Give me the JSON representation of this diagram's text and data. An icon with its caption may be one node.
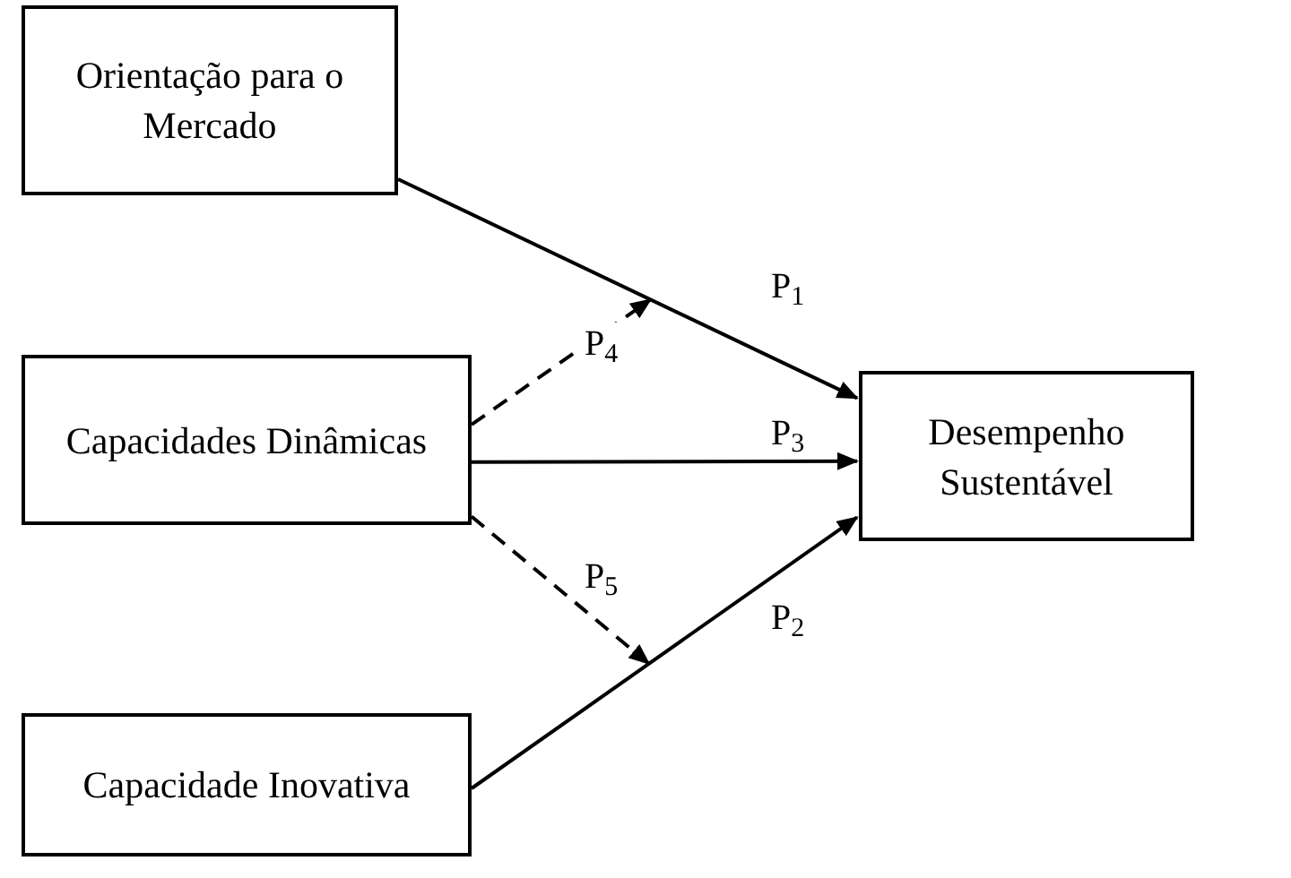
{
  "diagram": {
    "nodes": [
      {
        "text": [
          "Orientação para o Mercado"
        ]
      },
      {
        "text": [
          "Capacidades Dinâmicas"
        ]
      },
      {
        "text": [
          "Capacidade Inovativa"
        ]
      },
      {
        "text": [
          "Desempenho Sustentável"
        ]
      }
    ],
    "edges": [
      {
        "from": 0,
        "to": 3,
        "arrow": "to",
        "label": "P$_{1}$"
      },
      {
        "from": 1,
        "to": null,
        "arrow": "to",
        "label": "P$_{4}$",
        "style": "dashed"
      },
      {
        "from": 1,
        "to": 3,
        "arrow": "to",
        "label": "P$_{3}$"
      },
      {
        "from": 1,
        "to": null,
        "arrow": "to",
        "label": "P$_{5}$",
        "style": "dashed"
      },
      {
        "from": 2,
        "to": 3,
        "arrow": "to",
        "label": "P$_{2}$"
      }
    ]
  }
}
